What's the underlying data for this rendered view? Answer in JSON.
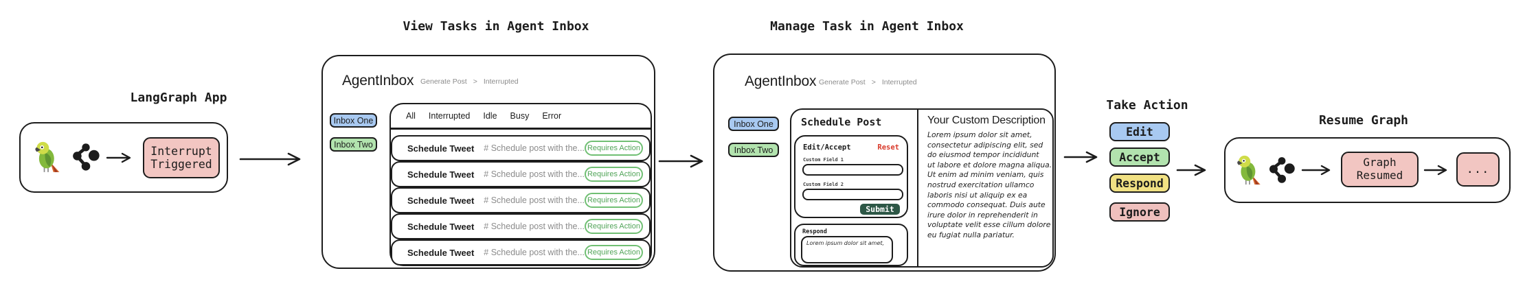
{
  "palette": {
    "ink": "#1c1c1c",
    "node_pink": "#f2c6c2",
    "inbox_blue": "#a8c9f1",
    "inbox_green": "#b2e3ae",
    "action_yellow": "#f1e183",
    "action_red": "#efc0bd",
    "submit_green": "#2d5746",
    "badge_green_border": "#70bf73",
    "badge_green_text": "#51a458",
    "reset_red": "#d93a2b",
    "breadcrumb_gray": "#8b8b8b"
  },
  "sections": {
    "langgraph_app": {
      "title": "LangGraph App",
      "interrupt_node": "Interrupt\nTriggered"
    },
    "view_tasks": {
      "title": "View Tasks in Agent Inbox"
    },
    "manage_task": {
      "title": "Manage Task in Agent Inbox"
    },
    "take_action": {
      "title": "Take Action"
    },
    "resume_graph": {
      "title": "Resume Graph",
      "node_resumed": "Graph\nResumed",
      "node_next": "..."
    }
  },
  "inbox_window": {
    "app_name": "AgentInbox",
    "breadcrumb": {
      "section": "Generate Post",
      "separator": ">",
      "status": "Interrupted"
    },
    "sidebar": [
      {
        "label": "Inbox One"
      },
      {
        "label": "Inbox Two"
      }
    ],
    "tabs": [
      {
        "label": "All"
      },
      {
        "label": "Interrupted"
      },
      {
        "label": "Idle"
      },
      {
        "label": "Busy"
      },
      {
        "label": "Error"
      }
    ],
    "rows": [
      {
        "title": "Schedule Tweet",
        "description": "# Schedule post with the...",
        "badge": "Requires Action"
      },
      {
        "title": "Schedule Tweet",
        "description": "# Schedule post with the...",
        "badge": "Requires Action"
      },
      {
        "title": "Schedule Tweet",
        "description": "# Schedule post with the...",
        "badge": "Requires Action"
      },
      {
        "title": "Schedule Tweet",
        "description": "# Schedule post with the...",
        "badge": "Requires Action"
      },
      {
        "title": "Schedule Tweet",
        "description": "# Schedule post with the...",
        "badge": "Requires Action"
      }
    ]
  },
  "manage_window": {
    "app_name": "AgentInbox",
    "breadcrumb": {
      "section": "Generate Post",
      "separator": ">",
      "status": "Interrupted"
    },
    "sidebar": [
      {
        "label": "Inbox One"
      },
      {
        "label": "Inbox Two"
      }
    ],
    "panel": {
      "heading": "Schedule Post",
      "form": {
        "header": "Edit/Accept",
        "reset_label": "Reset",
        "field1_label": "Custom Field 1",
        "field2_label": "Custom Field 2",
        "submit_label": "Submit"
      },
      "respond": {
        "label": "Respond",
        "draft_text": "Lorem ipsum dolor sit amet,"
      }
    },
    "description": {
      "heading": "Your Custom Description",
      "body": "Lorem ipsum dolor sit amet,\nconsectetur adipiscing elit, sed\ndo eiusmod tempor incididunt\nut labore et dolore magna aliqua.\nUt enim ad minim veniam, quis\nnostrud exercitation ullamco\nlaboris nisi ut aliquip ex ea\ncommodo consequat. Duis aute\nirure dolor in reprehenderit in\nvoluptate velit esse cillum dolore\neu fugiat nulla pariatur."
    }
  },
  "actions": [
    {
      "label": "Edit"
    },
    {
      "label": "Accept"
    },
    {
      "label": "Respond"
    },
    {
      "label": "Ignore"
    }
  ]
}
